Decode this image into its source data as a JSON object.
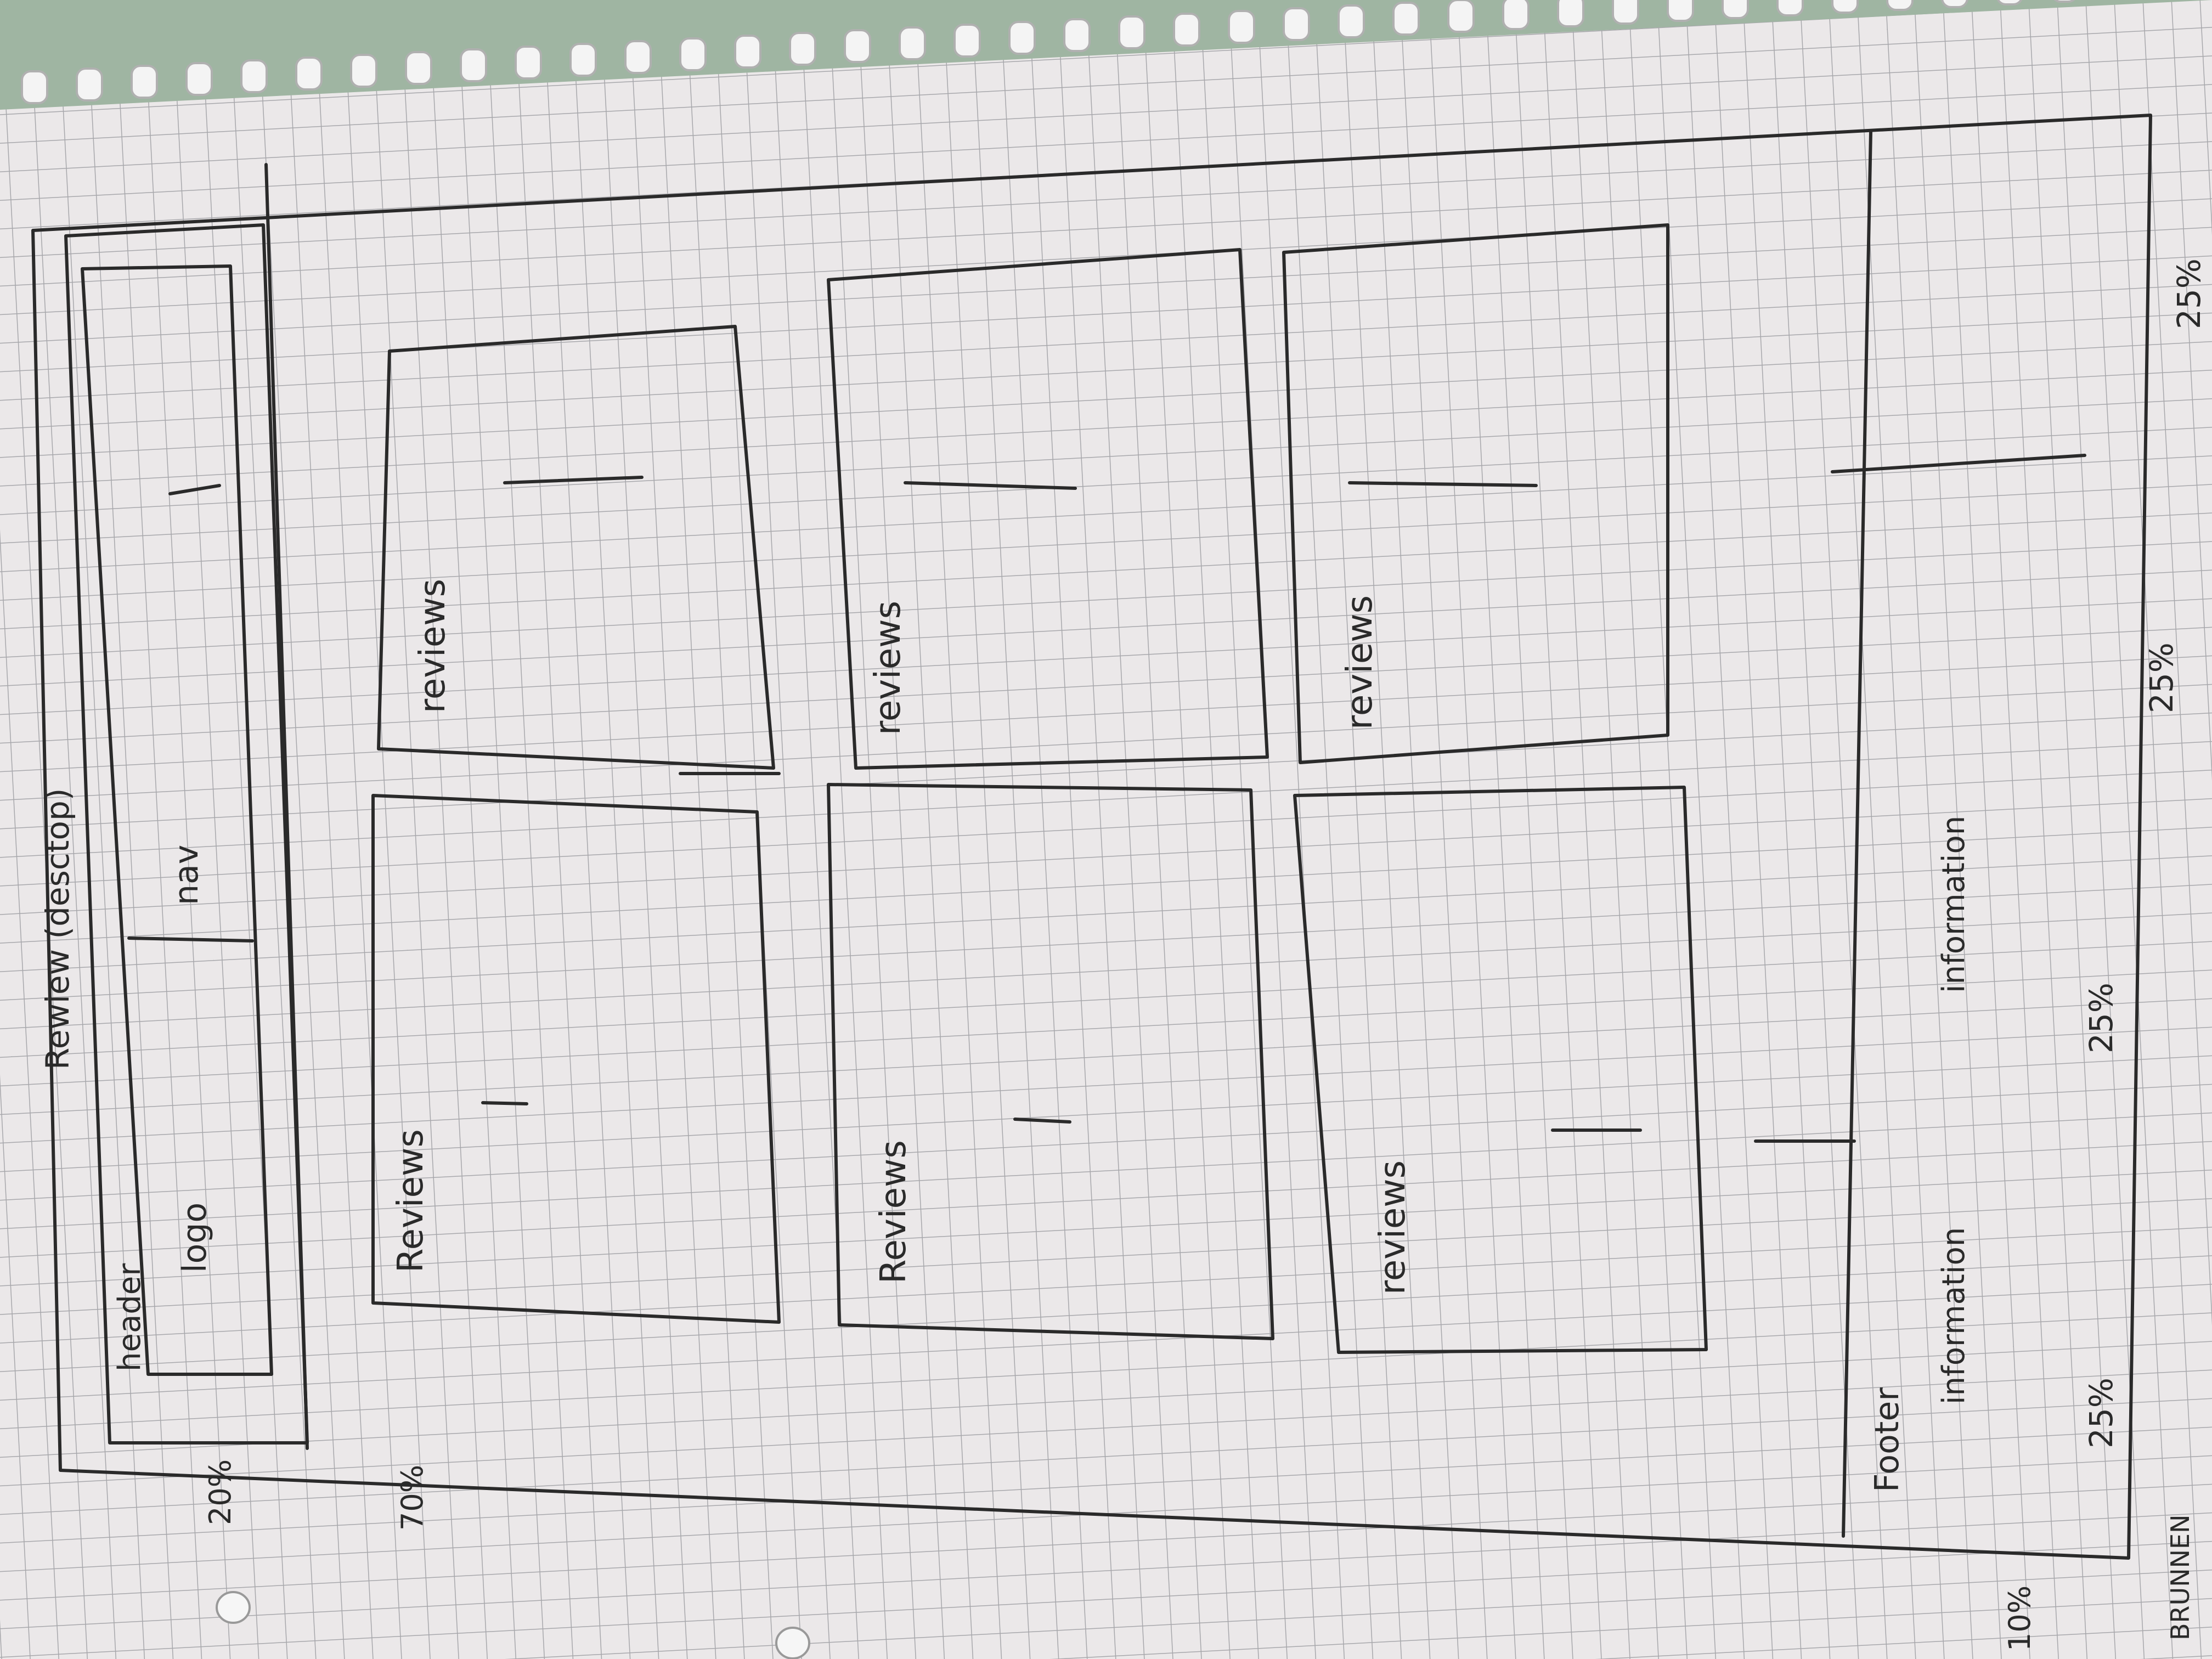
{
  "sketch": {
    "title": "Rewiew (desctop)",
    "header_label": "header",
    "logo_label": "logo",
    "nav_label": "nav",
    "header_height": "20%",
    "main_height": "70%",
    "footer_height": "10%",
    "review_cards": [
      "Reviews",
      "Reviews",
      "reviews",
      "reviews",
      "reviews",
      "reviews"
    ],
    "footer_label": "Footer",
    "footer_info_left": "information",
    "footer_info_right": "information",
    "footer_columns": [
      "25%",
      "25%",
      "25%",
      "25%"
    ],
    "brand_mark": "BRUNNEN"
  },
  "colors": {
    "paper": "#ebe8e9",
    "grid": "#a7a7ab",
    "ink": "#2a2a2a",
    "background": "#9fb5a2"
  }
}
